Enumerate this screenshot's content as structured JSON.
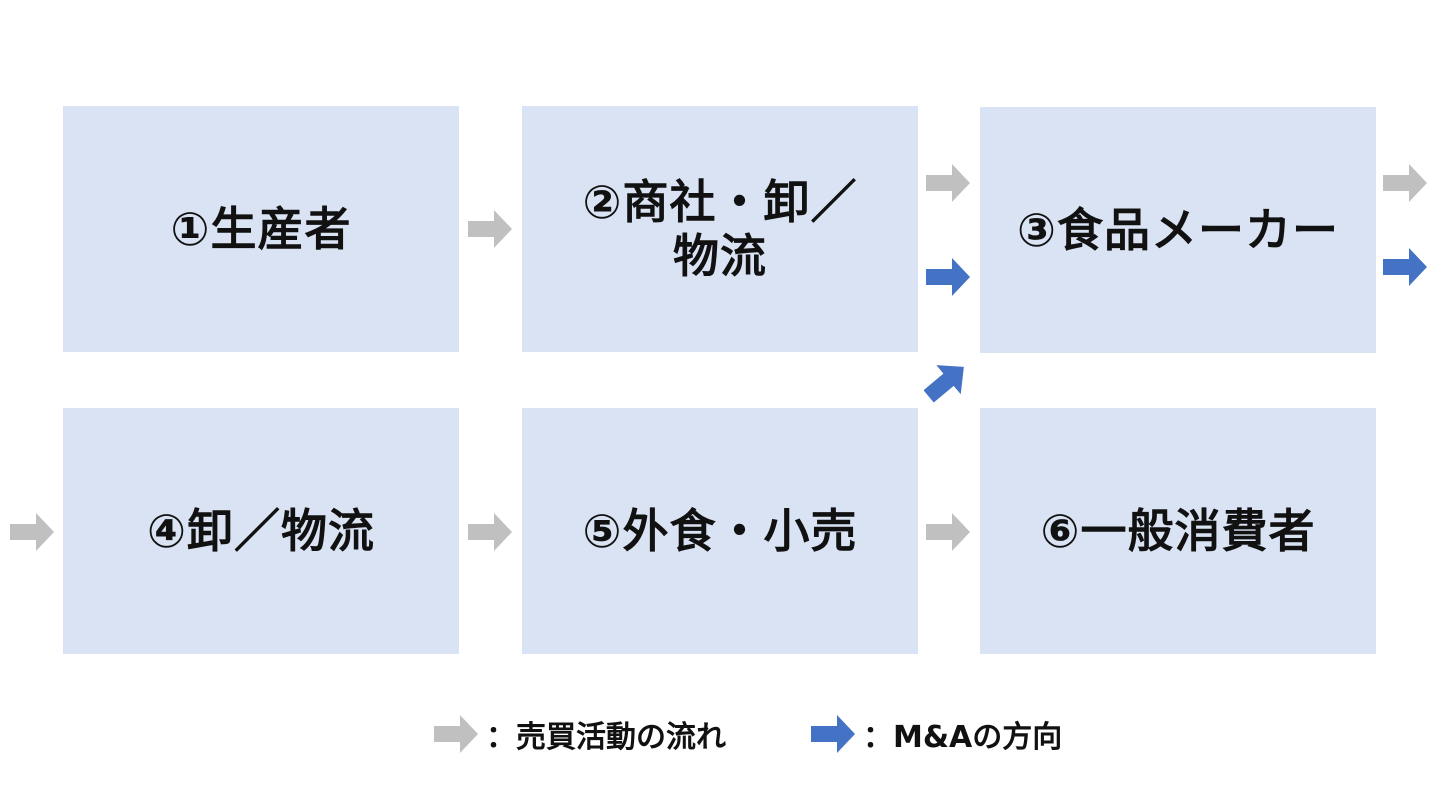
{
  "colors": {
    "box_fill": "#dae3f3",
    "gray_arrow": "#c0c0c0",
    "blue_arrow": "#4472c4",
    "text": "#111111"
  },
  "nodes": [
    {
      "label": "①生産者"
    },
    {
      "label": "②商社・卸／\n物流"
    },
    {
      "label": "③食品メーカー"
    },
    {
      "label": "④卸／物流"
    },
    {
      "label": "⑤外食・小売"
    },
    {
      "label": "⑥一般消費者"
    }
  ],
  "legend": {
    "trade_flow_label": "：売買活動の流れ",
    "ma_direction_label": "：M&Aの方向"
  }
}
